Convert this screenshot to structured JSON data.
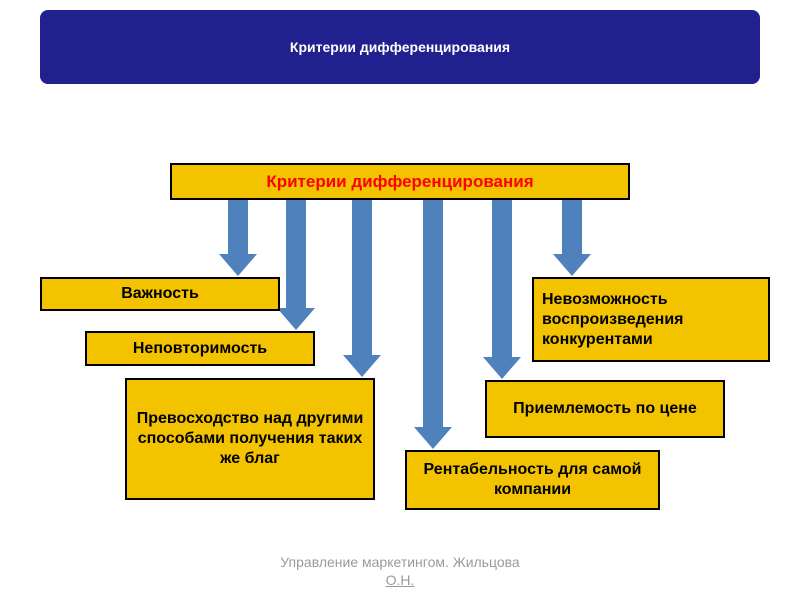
{
  "banner": {
    "title": "Критерии дифференцирования"
  },
  "diagram": {
    "root": {
      "label": "Критерии дифференцирования"
    },
    "nodes": [
      {
        "label": "Важность"
      },
      {
        "label": "Неповторимость"
      },
      {
        "label": "Превосходство над другими способами получения таких же благ"
      },
      {
        "label": "Невозможность воспроизведения конкурентами"
      },
      {
        "label": "Приемлемость по цене"
      },
      {
        "label": "Рентабельность для самой компании"
      }
    ],
    "arrow_count": "6"
  },
  "footer": {
    "line1": "Управление маркетингом. Жильцова",
    "line2": "О.Н."
  },
  "colors": {
    "banner_bg": "#20208e",
    "banner_text": "#ffffff",
    "box_bg": "#f3c300",
    "box_border": "#000000",
    "root_text": "#ff0000",
    "node_text": "#000000",
    "arrow": "#4f81bd",
    "footer_text": "#9a9a9a",
    "background": "#ffffff"
  }
}
